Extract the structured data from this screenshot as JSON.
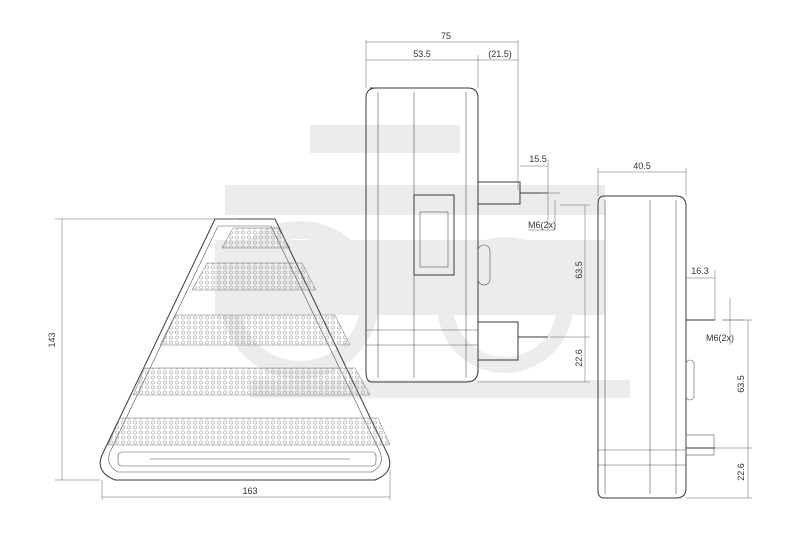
{
  "drawing": {
    "front_view": {
      "width_label": "163",
      "height_label": "143"
    },
    "side_view_large": {
      "overall_depth_label": "75",
      "body_depth_label": "53.5",
      "stud_offset_label": "(21.5)",
      "stud_length_label": "15.5",
      "thread_label": "M6(2x)",
      "stud_spacing_label": "63.5",
      "lower_stud_label": "22.6"
    },
    "side_view_small": {
      "depth_label": "40.5",
      "stud_length_label": "16.3",
      "thread_label": "M6(2x)",
      "stud_spacing_label": "63.5",
      "lower_stud_label": "22.6"
    }
  }
}
